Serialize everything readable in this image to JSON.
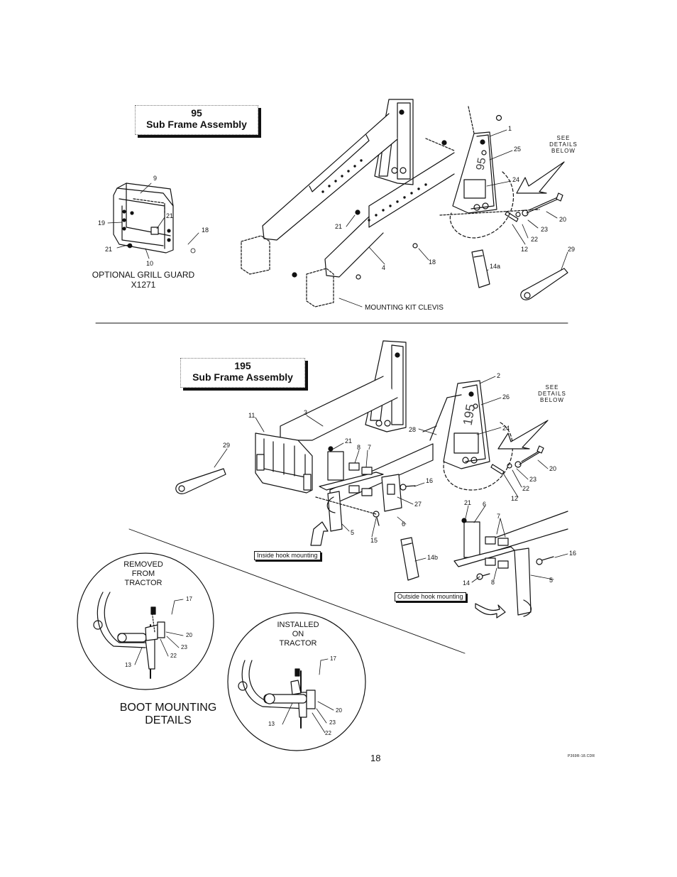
{
  "sections": {
    "top": {
      "number": "95",
      "title": "Sub Frame Assembly"
    },
    "bottom": {
      "number": "195",
      "title": "Sub Frame Assembly"
    }
  },
  "grill_guard": {
    "line1": "OPTIONAL GRILL GUARD",
    "line2": "X1271"
  },
  "mounting_kit_label": "MOUNTING KIT CLEVIS",
  "see_details": {
    "line1": "SEE",
    "line2": "DETAILS",
    "line3": "BELOW"
  },
  "frame_plate_text": {
    "top": "95",
    "bottom": "195"
  },
  "inside_hook_label": "Inside hook mounting",
  "outside_hook_label": "Outside hook mounting",
  "removed_from_tractor": {
    "line1": "REMOVED",
    "line2": "FROM",
    "line3": "TRACTOR"
  },
  "installed_on_tractor": {
    "line1": "INSTALLED",
    "line2": "ON",
    "line3": "TRACTOR"
  },
  "boot_mounting": {
    "line1": "BOOT MOUNTING",
    "line2": "DETAILS"
  },
  "page_number": "18",
  "file_code": "P369R-18.CDR",
  "part_callouts": {
    "top": [
      "9",
      "21",
      "19",
      "18",
      "21",
      "10",
      "1",
      "25",
      "24",
      "20",
      "23",
      "22",
      "12",
      "21",
      "18",
      "4",
      "14a",
      "29"
    ],
    "bottom": [
      "2",
      "26",
      "11",
      "3",
      "28",
      "24",
      "20",
      "23",
      "22",
      "12",
      "29",
      "21",
      "8",
      "7",
      "16",
      "27",
      "5",
      "6",
      "15",
      "21",
      "6",
      "7",
      "14b",
      "16",
      "14",
      "8",
      "5"
    ],
    "detail_removed": [
      "17",
      "20",
      "23",
      "22",
      "13"
    ],
    "detail_installed": [
      "17",
      "20",
      "23",
      "22",
      "13"
    ]
  }
}
